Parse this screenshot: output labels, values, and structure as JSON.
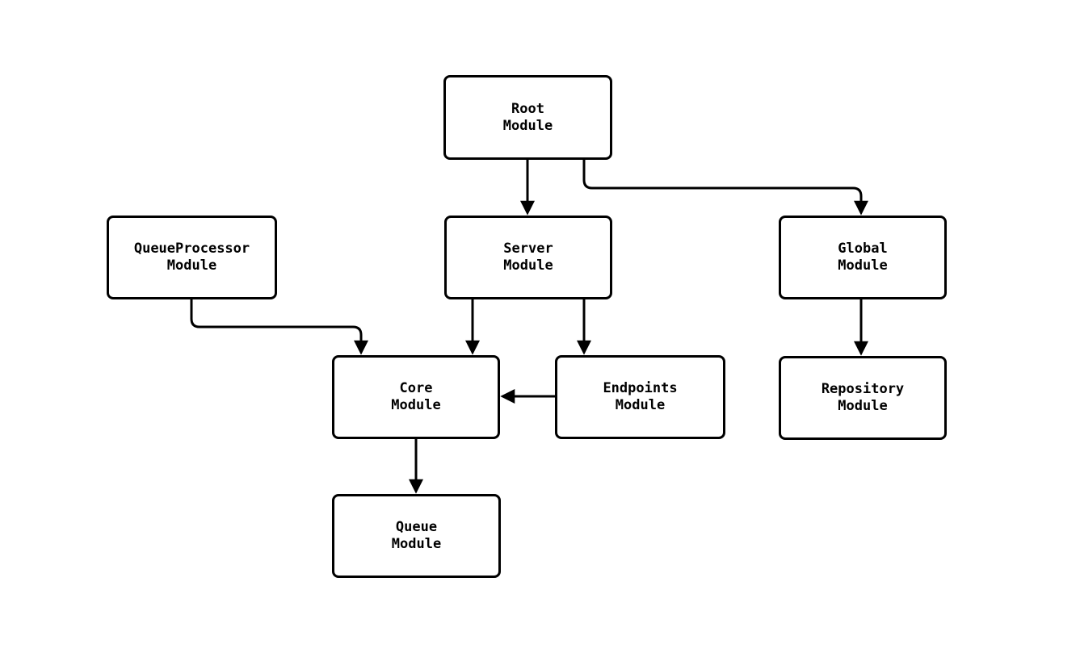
{
  "diagram": {
    "type": "flowchart",
    "direction": "top-down",
    "nodes": {
      "root": {
        "name": "Root",
        "type": "Module"
      },
      "queueprocessor": {
        "name": "QueueProcessor",
        "type": "Module"
      },
      "server": {
        "name": "Server",
        "type": "Module"
      },
      "global": {
        "name": "Global",
        "type": "Module"
      },
      "core": {
        "name": "Core",
        "type": "Module"
      },
      "endpoints": {
        "name": "Endpoints",
        "type": "Module"
      },
      "repository": {
        "name": "Repository",
        "type": "Module"
      },
      "queue": {
        "name": "Queue",
        "type": "Module"
      }
    },
    "edges": [
      {
        "from": "Root Module",
        "to": "Server Module"
      },
      {
        "from": "Root Module",
        "to": "Global Module"
      },
      {
        "from": "QueueProcessor Module",
        "to": "Core Module"
      },
      {
        "from": "Server Module",
        "to": "Core Module"
      },
      {
        "from": "Server Module",
        "to": "Endpoints Module"
      },
      {
        "from": "Endpoints Module",
        "to": "Core Module"
      },
      {
        "from": "Global Module",
        "to": "Repository Module"
      },
      {
        "from": "Core Module",
        "to": "Queue Module"
      }
    ],
    "colors": {
      "background": "#ffffff",
      "node_fill": "#ffffff",
      "node_border": "#000000",
      "edge": "#000000",
      "text": "#000000"
    }
  }
}
